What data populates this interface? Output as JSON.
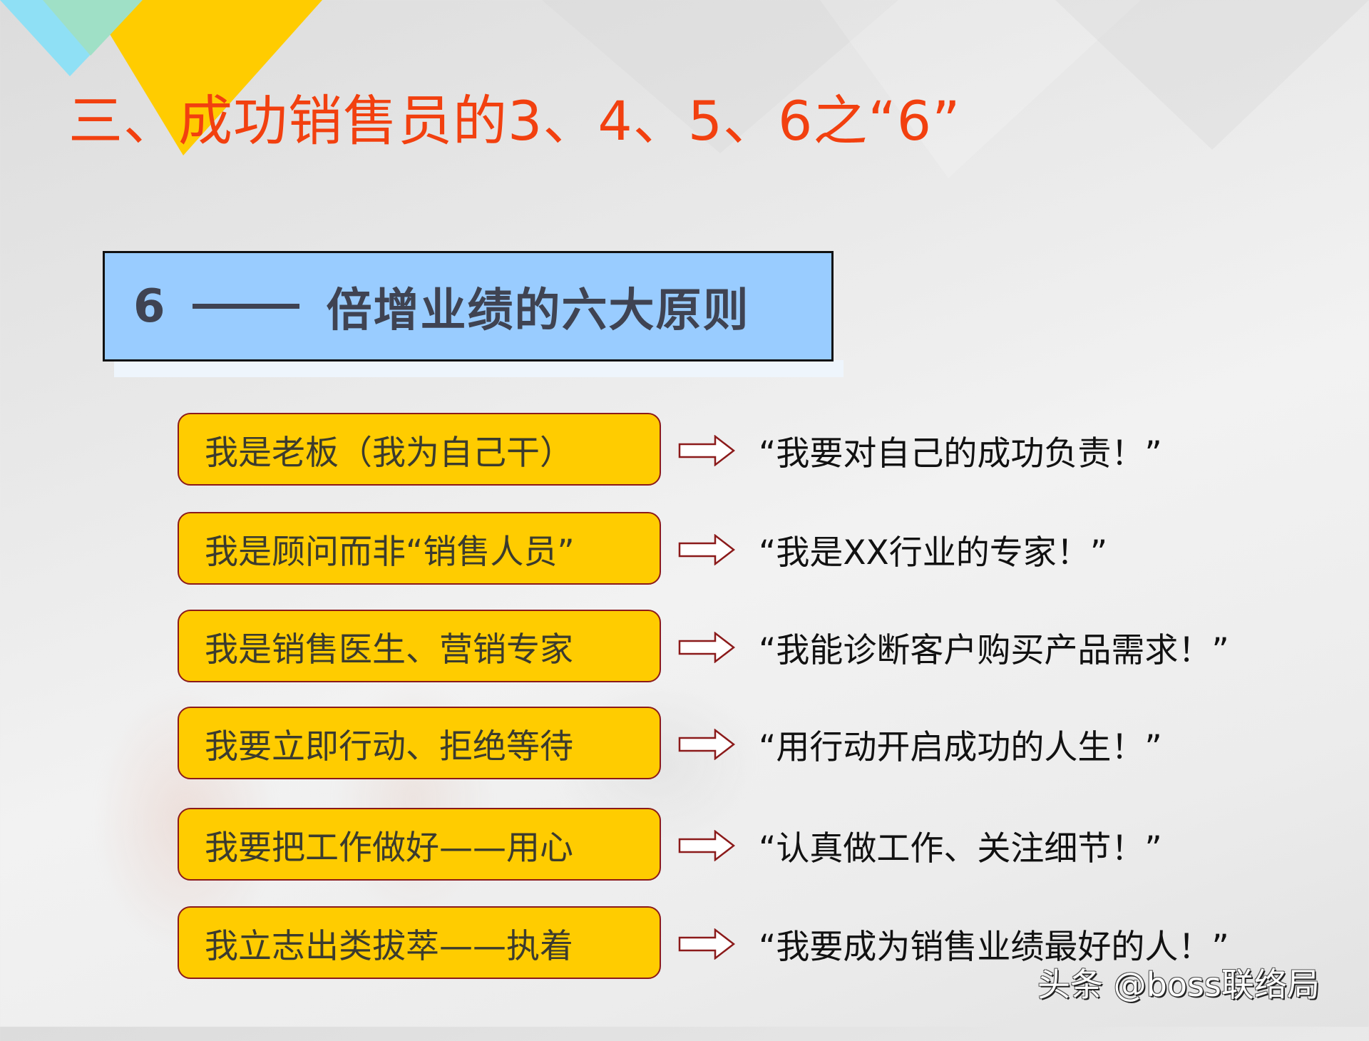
{
  "slide": {
    "title": "三、成功销售员的3、4、5、6之“6”",
    "colors": {
      "title_red": "#F2400F",
      "header_blue": "#99CCFF",
      "pill_yellow": "#FFCC00",
      "pill_border": "#8B1A1A",
      "triangle_blue": "#8FE0F5",
      "triangle_green": "#9FE0C6",
      "triangle_yellow": "#FFCC00"
    }
  },
  "header": {
    "number": "6",
    "text": "倍增业绩的六大原则"
  },
  "principles": [
    {
      "label": "我是老板（我为自己干）",
      "arrow_icon": "right-arrow-outline",
      "quote": "“我要对自己的成功负责！”"
    },
    {
      "label": "我是顾问而非“销售人员”",
      "arrow_icon": "right-arrow-outline",
      "quote": "“我是XX行业的专家！”"
    },
    {
      "label": "我是销售医生、营销专家",
      "arrow_icon": "right-arrow-outline",
      "quote": "“我能诊断客户购买产品需求！”"
    },
    {
      "label": "我要立即行动、拒绝等待",
      "arrow_icon": "right-arrow-outline",
      "quote": "“用行动开启成功的人生！”"
    },
    {
      "label": "我要把工作做好——用心",
      "arrow_icon": "right-arrow-outline",
      "quote": "“认真做工作、关注细节！”"
    },
    {
      "label": "我立志出类拔萃——执着",
      "arrow_icon": "right-arrow-outline",
      "quote": "“我要成为销售业绩最好的人！”"
    }
  ],
  "watermark": "头条 @boss联络局"
}
